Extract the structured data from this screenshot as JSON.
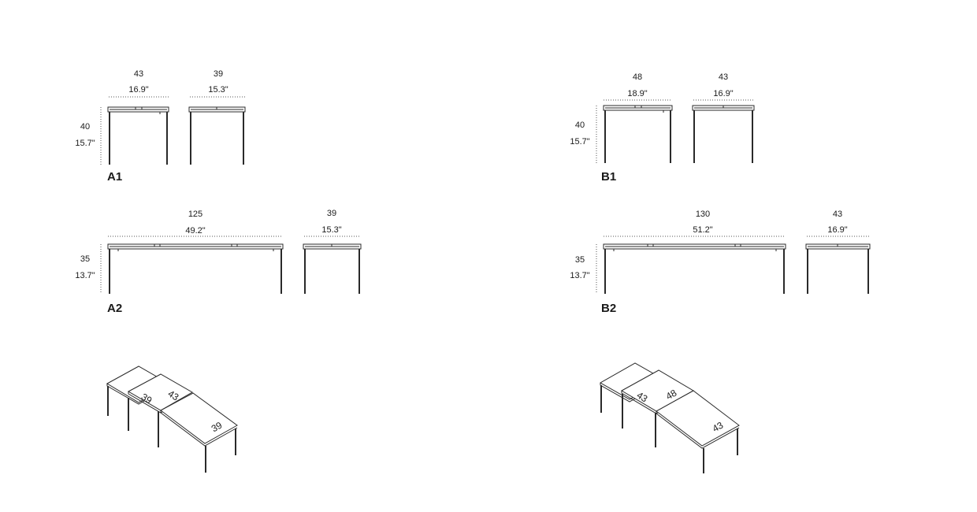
{
  "sets": {
    "a1": {
      "label": "A1",
      "height_cm": "40",
      "height_in": "15.7\"",
      "tables": [
        {
          "width_cm": "43",
          "width_in": "16.9\""
        },
        {
          "width_cm": "39",
          "width_in": "15.3\""
        }
      ]
    },
    "a2": {
      "label": "A2",
      "height_cm": "35",
      "height_in": "13.7\"",
      "tables": [
        {
          "width_cm": "125",
          "width_in": "49.2\""
        },
        {
          "width_cm": "39",
          "width_in": "15.3\""
        }
      ]
    },
    "b1": {
      "label": "B1",
      "height_cm": "40",
      "height_in": "15.7\"",
      "tables": [
        {
          "width_cm": "48",
          "width_in": "18.9\""
        },
        {
          "width_cm": "43",
          "width_in": "16.9\""
        }
      ]
    },
    "b2": {
      "label": "B2",
      "height_cm": "35",
      "height_in": "13.7\"",
      "tables": [
        {
          "width_cm": "130",
          "width_in": "51.2\""
        },
        {
          "width_cm": "43",
          "width_in": "16.9\""
        }
      ]
    }
  },
  "iso_a": {
    "labels": [
      "39",
      "43",
      "39"
    ]
  },
  "iso_b": {
    "labels": [
      "43",
      "48",
      "43"
    ]
  }
}
